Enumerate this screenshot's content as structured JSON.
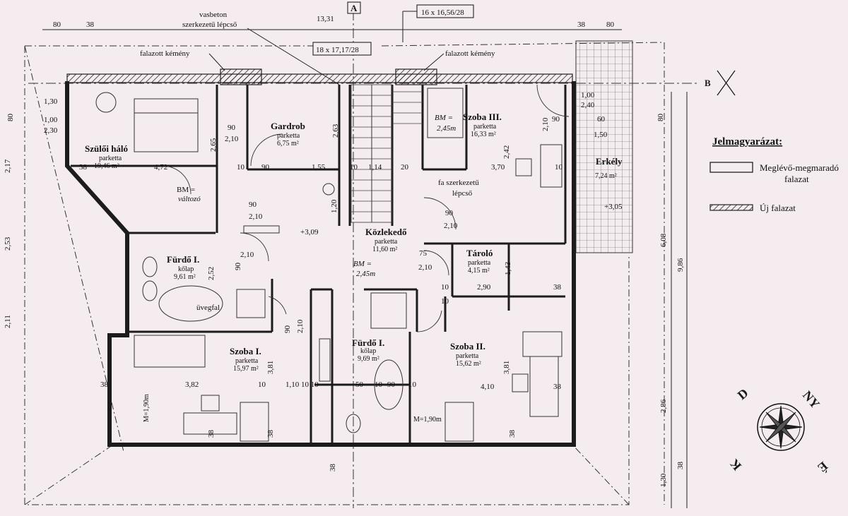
{
  "top_labels": {
    "vasbeton_line1": "vasbeton",
    "vasbeton_line2": "szerkezetű lépcső",
    "stair_top_right": "16 x 16,56/28",
    "stair_top_left": "18 x 17,17/28",
    "chimney_left": "falazott kémény",
    "chimney_right": "falazott kémény",
    "section_A": "A",
    "section_B": "B",
    "overall_width": "13,31"
  },
  "rooms": [
    {
      "id": "szuloi-halo",
      "name": "Szülői háló",
      "floor": "parketta",
      "area": "19,46 m²"
    },
    {
      "id": "gardrob",
      "name": "Gardrob",
      "floor": "parketta",
      "area": "6,75 m²"
    },
    {
      "id": "szoba3",
      "name": "Szoba III.",
      "floor": "parketta",
      "area": "16,33 m²"
    },
    {
      "id": "erkely",
      "name": "Erkély",
      "floor": "",
      "area": "7,24 m²"
    },
    {
      "id": "furdo1",
      "name": "Fürdő I.",
      "floor": "kőlap",
      "area": "9,61 m²"
    },
    {
      "id": "kozlekedo",
      "name": "Közlekedő",
      "floor": "parketta",
      "area": "11,60 m²"
    },
    {
      "id": "tarolo",
      "name": "Tároló",
      "floor": "parketta",
      "area": "4,15 m²"
    },
    {
      "id": "szoba1",
      "name": "Szoba I.",
      "floor": "parketta",
      "area": "15,97 m²"
    },
    {
      "id": "furdo2",
      "name": "Fürdő I.",
      "floor": "kőlap",
      "area": "9,69 m²"
    },
    {
      "id": "szoba2",
      "name": "Szoba II.",
      "floor": "parketta",
      "area": "15,62 m²"
    }
  ],
  "notes": {
    "bm_valtozo_1": "BM =",
    "bm_valtozo_2": "változó",
    "bm_szoba3": "BM =",
    "bm_szoba3_val": "2,45m",
    "bm_kozl": "BM =",
    "bm_kozl_val": "2,45m",
    "fa_lepcso_1": "fa szerkezetű",
    "fa_lepcso_2": "lépcső",
    "uvegfal": "üvegfal",
    "level_309": "+3,09",
    "level_305": "+3,05",
    "m190_left": "M=1,90m",
    "m190_right": "M=1,90m"
  },
  "dimensions": {
    "d80a": "80",
    "d38a": "38",
    "d38b": "38",
    "d80b": "80",
    "d130": "1,30",
    "d100": "1,00",
    "d230": "2,30",
    "d80c": "80",
    "d217": "2,17",
    "d472": "4,72",
    "d38c": "38",
    "d10a": "10",
    "d90a": "90",
    "d155": "1,55",
    "d10b": "10",
    "d114": "1,14",
    "d20": "20",
    "d370": "3,70",
    "d10c": "10",
    "d90b": "90",
    "d210a": "2,10",
    "d265": "2,65",
    "d263": "2,63",
    "d90c": "90",
    "d210b": "2,10",
    "d242": "2,42",
    "d100b": "1,00",
    "d240": "2,40",
    "d60": "60",
    "d150": "1,50",
    "d80d": "80",
    "d90d": "90",
    "d210c": "2,10",
    "d120": "1,20",
    "d90e": "90",
    "d210d": "2,10",
    "d143": "1,43",
    "d75": "75",
    "d210e": "2,10",
    "d290": "2,90",
    "d38d": "38",
    "d10d": "10",
    "d10e": "10",
    "d252": "2,52",
    "d90f": "90",
    "d210f": "2,10",
    "d90g": "90",
    "d210g": "2,10",
    "d381a": "3,81",
    "d381b": "3,81",
    "d382": "3,82",
    "d410": "4,10",
    "d38e": "38",
    "d38f": "38",
    "d10f": "10",
    "d110": "1,10",
    "d1010": "10 10",
    "d50": "50",
    "d10g": "10",
    "d90h": "90",
    "d10h": "10",
    "d38g": "38",
    "d38h": "38",
    "d38i": "38",
    "d38j": "38",
    "d608": "6,08",
    "d986": "9,86",
    "d286": "2,86",
    "d130b": "1,30",
    "d38k": "38",
    "d253": "2,53",
    "d211": "2,11"
  },
  "legend": {
    "title": "Jelmagyarázat:",
    "existing_1": "Meglévő-megmaradó",
    "existing_2": "falazat",
    "new": "Új falazat"
  },
  "compass": {
    "d": "D",
    "ny": "NY",
    "k": "K",
    "e": "É"
  }
}
